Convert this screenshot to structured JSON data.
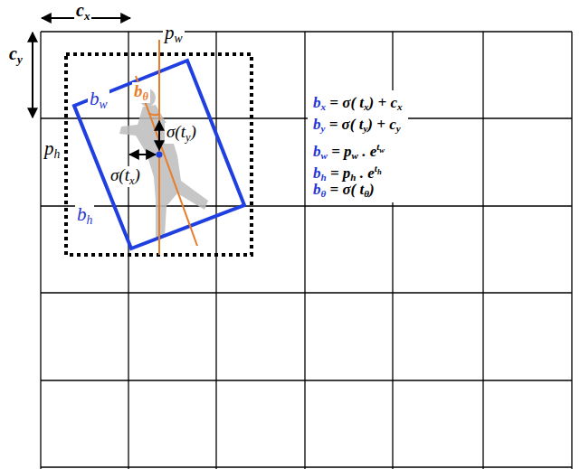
{
  "diagram": {
    "labels": [
      "c",
      "x",
      "c",
      "y",
      "p",
      "w",
      "p",
      "h",
      "b",
      "w",
      "b",
      "θ",
      "σ(t",
      "y",
      ")",
      "σ(t",
      "x",
      ")",
      "b",
      "h",
      "b",
      "x",
      " = σ( ",
      "t",
      "x",
      ") + c",
      "x",
      "b",
      "y",
      " = σ( ",
      "t",
      "y",
      ") + c",
      "y",
      "b",
      "w",
      " = p",
      "w",
      " . e",
      "t",
      "w",
      "b",
      "h",
      " = p",
      "h",
      " . e",
      "t",
      "h",
      "b",
      "θ",
      " = σ( ",
      "t",
      "θ",
      ")"
    ]
  }
}
